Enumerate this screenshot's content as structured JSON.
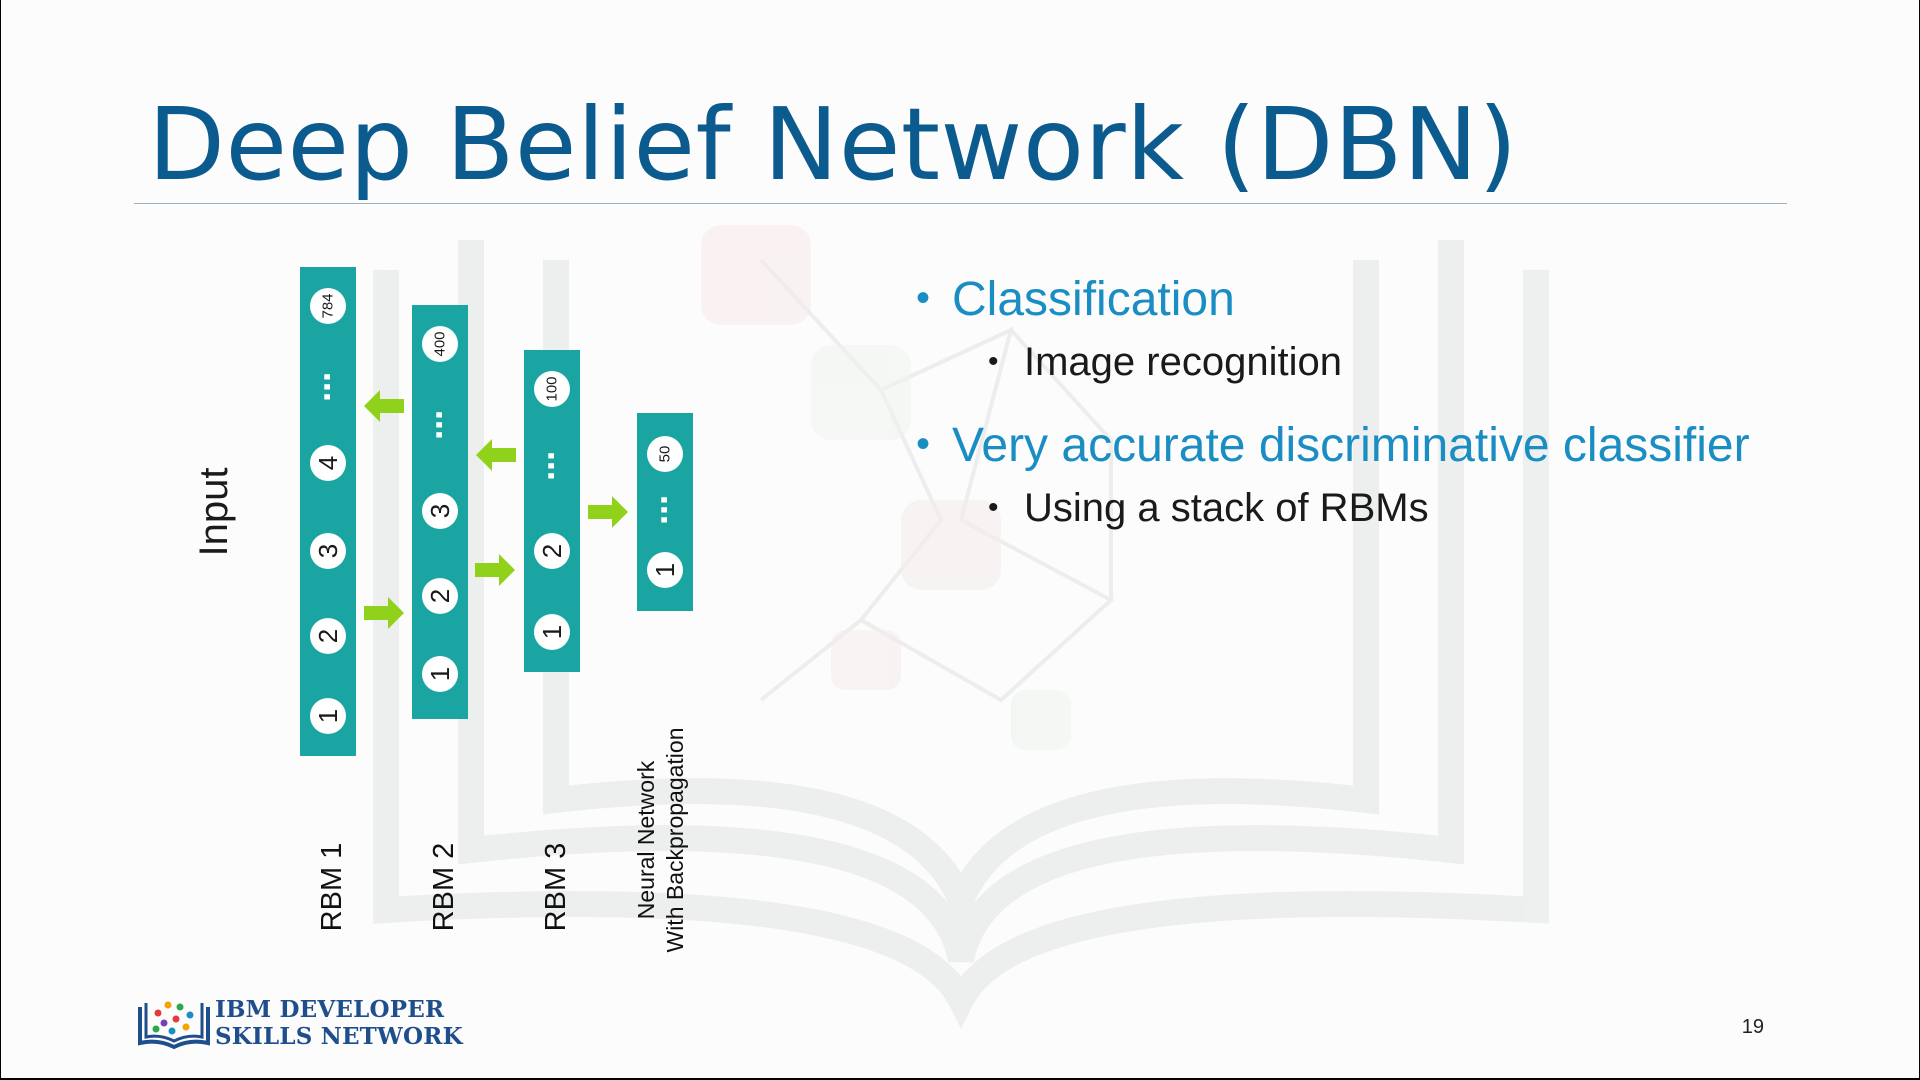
{
  "slide": {
    "title": "Deep Belief Network (DBN)",
    "page_number": "19"
  },
  "diagram": {
    "input_label": "Input",
    "layers": [
      {
        "label": "RBM 1",
        "nodes": [
          "1",
          "2",
          "3",
          "4",
          "⋯",
          "784"
        ]
      },
      {
        "label": "RBM 2",
        "nodes": [
          "1",
          "2",
          "3",
          "⋯",
          "400"
        ]
      },
      {
        "label": "RBM 3",
        "nodes": [
          "1",
          "2",
          "⋯",
          "100"
        ]
      },
      {
        "label_lines": [
          "Neural Network",
          "With Backpropagation"
        ],
        "nodes": [
          "1",
          "⋯",
          "50"
        ]
      }
    ],
    "colors": {
      "layer": "#1aa5a3",
      "arrow": "#90d21b",
      "node": "#ffffff"
    }
  },
  "bullets": [
    {
      "text": "Classification",
      "sub": "Image recognition"
    },
    {
      "text": "Very accurate discriminative classifier",
      "sub": "Using a stack of RBMs"
    }
  ],
  "logo": {
    "line1": "IBM DEVELOPER",
    "line2": "SKILLS NETWORK"
  }
}
